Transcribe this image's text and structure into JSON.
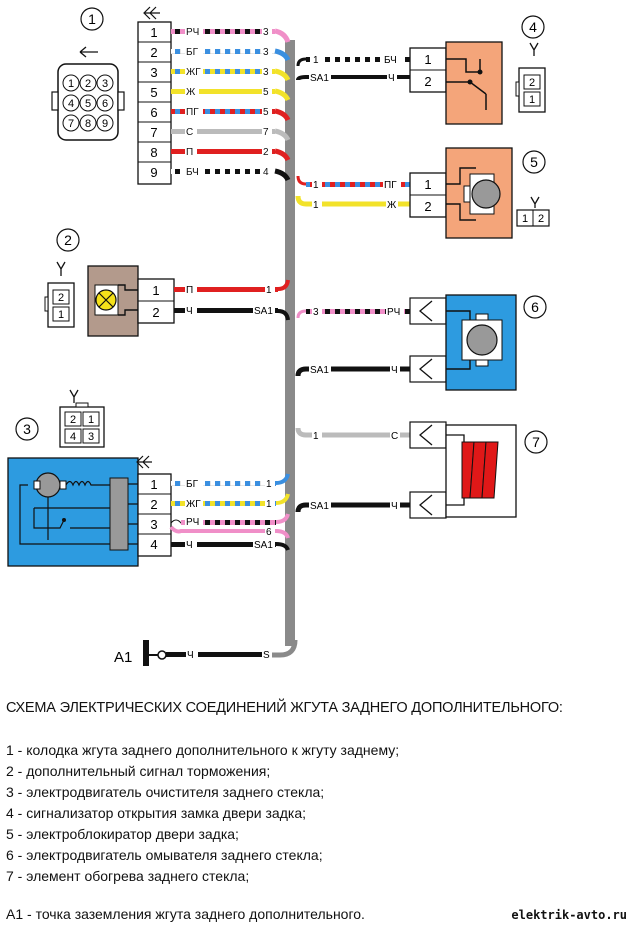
{
  "title": "СХЕМА ЭЛЕКТРИЧЕСКИХ СОЕДИНЕНИЙ ЖГУТА ЗАДНЕГО ДОПОЛНИТЕЛЬНОГО:",
  "legend": [
    "1 - колодка жгута заднего дополнительного к жгуту заднему;",
    "2 - дополнительный сигнал торможения;",
    "3 - электродвигатель очистителя заднего стекла;",
    "4 - сигнализатор открытия замка двери задка;",
    "5 - электроблокиратор двери задка;",
    "6 - электродвигатель омывателя заднего стекла;",
    "7 - элемент обогрева заднего стекла;"
  ],
  "ground_note": "A1 - точка заземления жгута заднего дополнительного.",
  "site": "elektrik-avto.ru",
  "callouts": [
    "1",
    "2",
    "3",
    "4",
    "5",
    "6",
    "7"
  ],
  "ground_point": "A1",
  "ground_code": "S",
  "splice_code": "SA1",
  "connector1": {
    "pins": [
      "1",
      "2",
      "3",
      "5",
      "6",
      "7",
      "8",
      "9"
    ],
    "wires": [
      {
        "color_code": "РЧ",
        "target": "3"
      },
      {
        "color_code": "БГ",
        "target": "3"
      },
      {
        "color_code": "ЖГ",
        "target": "3"
      },
      {
        "color_code": "Ж",
        "target": "5"
      },
      {
        "color_code": "ПГ",
        "target": "5"
      },
      {
        "color_code": "С",
        "target": "7"
      },
      {
        "color_code": "П",
        "target": "2"
      },
      {
        "color_code": "БЧ",
        "target": "4"
      }
    ],
    "socket_view": [
      "1",
      "2",
      "3",
      "4",
      "5",
      "6",
      "7",
      "8",
      "9"
    ]
  },
  "device2": {
    "pins": [
      "1",
      "2"
    ],
    "wires": [
      {
        "color_code": "П",
        "target": "1"
      },
      {
        "color_code": "Ч",
        "target": "SA1"
      }
    ],
    "plug_view": [
      "2",
      "1"
    ]
  },
  "device3": {
    "pins": [
      "1",
      "2",
      "3",
      "4"
    ],
    "wires": [
      {
        "color_code": "БГ",
        "target": "1"
      },
      {
        "color_code": "ЖГ",
        "target": "1"
      },
      {
        "color_code": "РЧ",
        "target": "6"
      },
      {
        "color_code": "Ч",
        "target": "SA1"
      }
    ],
    "plug_view": [
      "2",
      "1",
      "4",
      "3"
    ]
  },
  "device4": {
    "pins": [
      "1",
      "2"
    ],
    "wires": [
      {
        "color_code": "БЧ",
        "target": "1"
      },
      {
        "color_code": "Ч",
        "target": "SA1"
      }
    ],
    "plug_view": [
      "2",
      "1"
    ]
  },
  "device5": {
    "pins": [
      "1",
      "2"
    ],
    "wires": [
      {
        "color_code": "ПГ",
        "target": "1"
      },
      {
        "color_code": "Ж",
        "target": "1"
      }
    ],
    "plug_view": [
      "1",
      "2"
    ]
  },
  "device6": {
    "wires": [
      {
        "color_code": "РЧ",
        "target": "3"
      },
      {
        "color_code": "Ч",
        "target": "SA1"
      }
    ]
  },
  "device7": {
    "wires": [
      {
        "color_code": "С",
        "target": "1"
      },
      {
        "color_code": "Ч",
        "target": "SA1"
      }
    ]
  },
  "ground_wire": {
    "color_code": "Ч"
  },
  "colors": {
    "device_blue": "#2d9be0",
    "device_orange": "#f4a57a",
    "device_brown": "#b39a8c",
    "harness_grey": "#8a8a8a",
    "wire_red": "#e02020",
    "wire_yellow": "#f2e22a",
    "wire_pink": "#f08fc8",
    "wire_blue": "#3a8fe0",
    "wire_black": "#111111",
    "heater_red": "#e01818"
  }
}
